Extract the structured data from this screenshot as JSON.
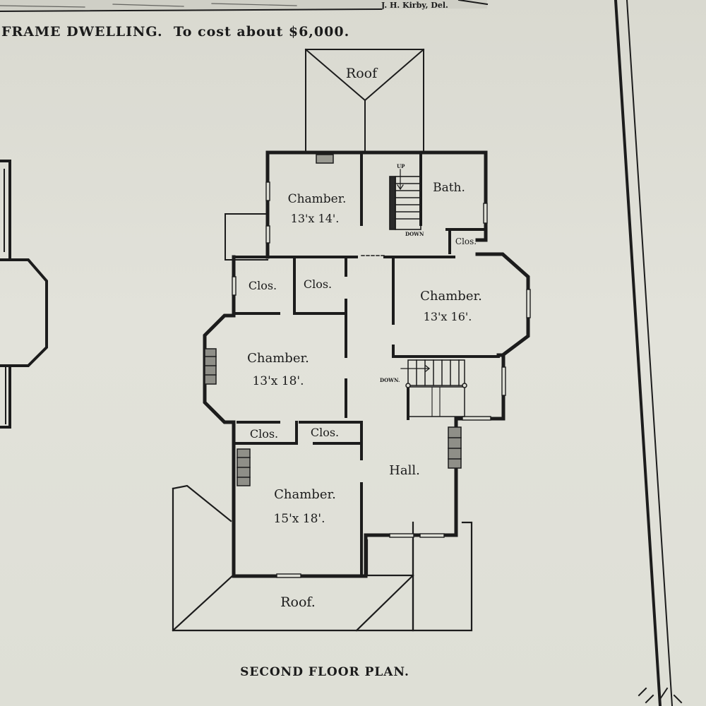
{
  "header": {
    "engraver_credit": "J. H. Kirby, Del.",
    "title": "FRAME DWELLING.  To cost about $6,000."
  },
  "plan": {
    "caption": "SECOND FLOOR PLAN.",
    "rooms": [
      {
        "name": "Roof",
        "dims": ""
      },
      {
        "name": "Chamber.",
        "dims": "13'x 14'."
      },
      {
        "name": "Bath.",
        "dims": ""
      },
      {
        "name": "Clos.",
        "dims": ""
      },
      {
        "name": "Clos.",
        "dims": ""
      },
      {
        "name": "Clos.",
        "dims": ""
      },
      {
        "name": "Chamber.",
        "dims": "13'x 16'."
      },
      {
        "name": "Chamber.",
        "dims": "13'x 18'."
      },
      {
        "name": "Clos.",
        "dims": ""
      },
      {
        "name": "Clos.",
        "dims": ""
      },
      {
        "name": "Hall.",
        "dims": ""
      },
      {
        "name": "Chamber.",
        "dims": "15'x 18'."
      },
      {
        "name": "Roof.",
        "dims": ""
      }
    ],
    "stair_labels": {
      "up": "UP",
      "down_upper": "DOWN",
      "down_lower": "DOWN."
    }
  }
}
